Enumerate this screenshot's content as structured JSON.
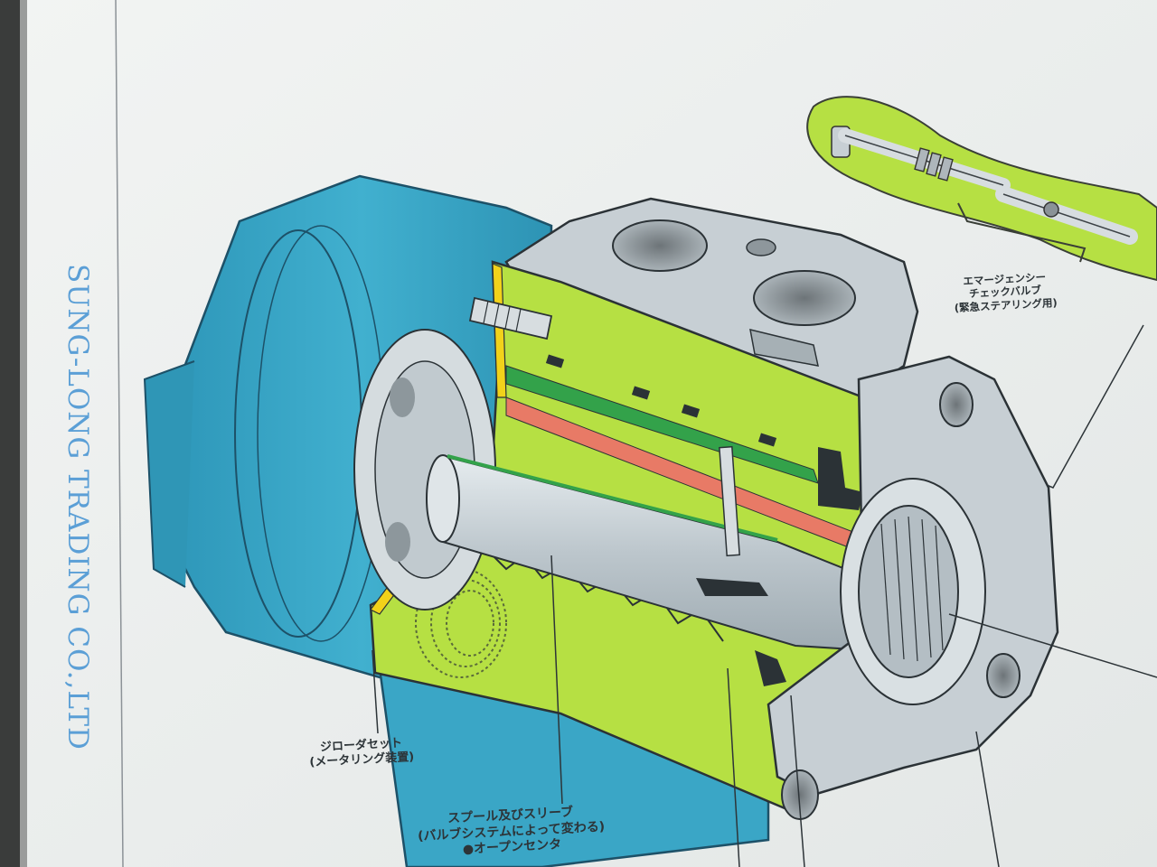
{
  "company_name": "SUNG-LONG TRADING CO.,LTD",
  "labels": {
    "emergency_valve": {
      "line1": "エマージェンシー",
      "line2": "チェックバルブ",
      "line3": "(緊急ステアリング用)"
    },
    "gerotor_set": {
      "line1": "ジローダセット",
      "line2": "(メータリング装置)"
    },
    "spool_sleeve": {
      "line1": "スプール及びスリーブ",
      "line2": "(バルブシステムによって変わる)",
      "line3": "●オープンセンタ"
    }
  },
  "colors": {
    "housing_blue": "#3aa6c6",
    "cutaway_green": "#b6e043",
    "body_grey": "#c7cfd4",
    "oil_red": "#e87a66",
    "oil_green": "#33a24a",
    "brand_blue": "#5b9fd6"
  }
}
